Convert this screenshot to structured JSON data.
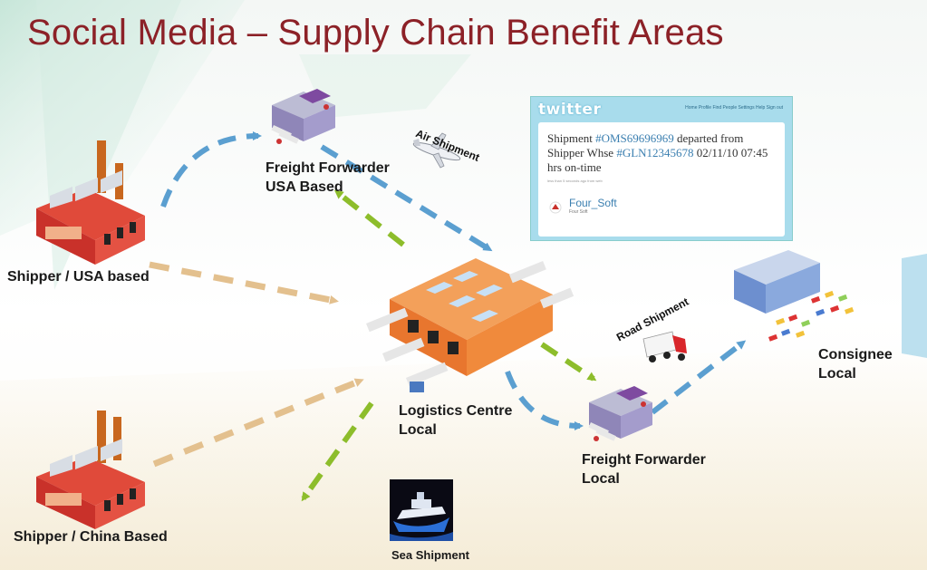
{
  "slide": {
    "title": "Social Media – Supply Chain Benefit Areas"
  },
  "nodes": {
    "shipper_usa": "Shipper / USA based",
    "shipper_china": "Shipper / China Based",
    "ff_usa_line1": "Freight Forwarder",
    "ff_usa_line2": "USA Based",
    "logistics_line1": "Logistics Centre",
    "logistics_line2": "Local",
    "ff_local_line1": "Freight Forwarder",
    "ff_local_line2": "Local",
    "consignee_line1": "Consignee",
    "consignee_line2": "Local"
  },
  "transport": {
    "air": "Air Shipment",
    "road": "Road Shipment",
    "sea": "Sea Shipment"
  },
  "tweet": {
    "logo": "twitter",
    "nav": "Home  Profile  Find People  Settings  Help  Sign out",
    "text_before": "Shipment ",
    "hashtag1": "#OMS69696969",
    "text_middle": " departed from Shipper Whse ",
    "hashtag2": "#GLN12345678",
    "text_after": " 02/11/10 07:45 hrs on-time",
    "meta": "less than 5 seconds ago from web",
    "user": "Four_Soft",
    "user_sub": "Four Soft"
  },
  "colors": {
    "title": "#8c2127",
    "arrow_tan": "#e3c08e",
    "arrow_blue": "#5b9fd0",
    "arrow_green": "#8dbd2b",
    "factory_red": "#d6362b",
    "warehouse_orange": "#f08a3c"
  },
  "icons": {
    "factory": "factory-icon",
    "warehouse": "warehouse-icon",
    "truck_depot": "freight-forwarder-icon",
    "airplane": "airplane-icon",
    "truck": "truck-icon",
    "ship": "ship-icon",
    "consignee": "consignee-building-icon"
  }
}
